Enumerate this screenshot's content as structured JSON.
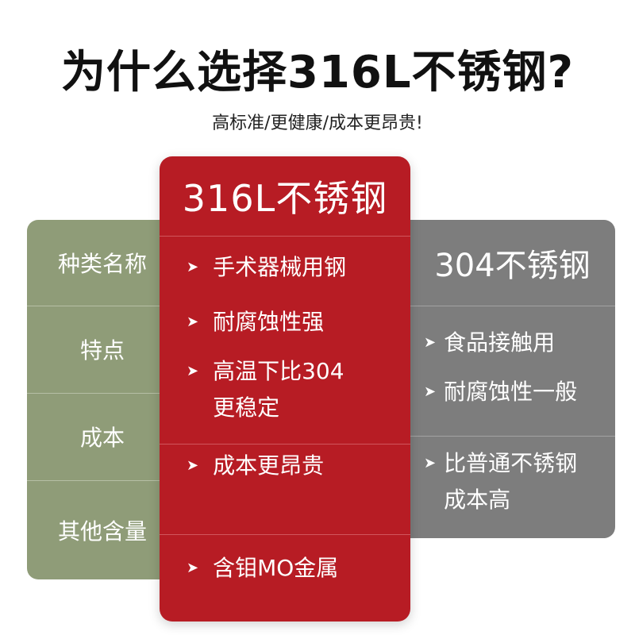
{
  "title": "为什么选择316L不锈钢?",
  "subtitle": "高标准/更健康/成本更昂贵!",
  "categories": [
    "种类名称",
    "特点",
    "成本",
    "其他含量"
  ],
  "col316": {
    "name": "316L不锈钢",
    "rows": [
      [
        "手术器械用钢"
      ],
      [
        "耐腐蚀性强"
      ],
      [
        "高温下比304",
        "更稳定"
      ],
      [
        "成本更昂贵"
      ],
      [
        "含钼MO金属"
      ]
    ]
  },
  "col304": {
    "name": "304不锈钢",
    "rows": [
      [
        "食品接触用"
      ],
      [
        "耐腐蚀性一般"
      ],
      [
        "比普通不锈钢",
        "成本高"
      ]
    ]
  },
  "bullet": "➤",
  "colors": {
    "red": "#b71c24",
    "green": "#8f9c78",
    "gray": "#7d7d7d"
  },
  "icons": {
    "bullet": "arrow-right-icon"
  }
}
